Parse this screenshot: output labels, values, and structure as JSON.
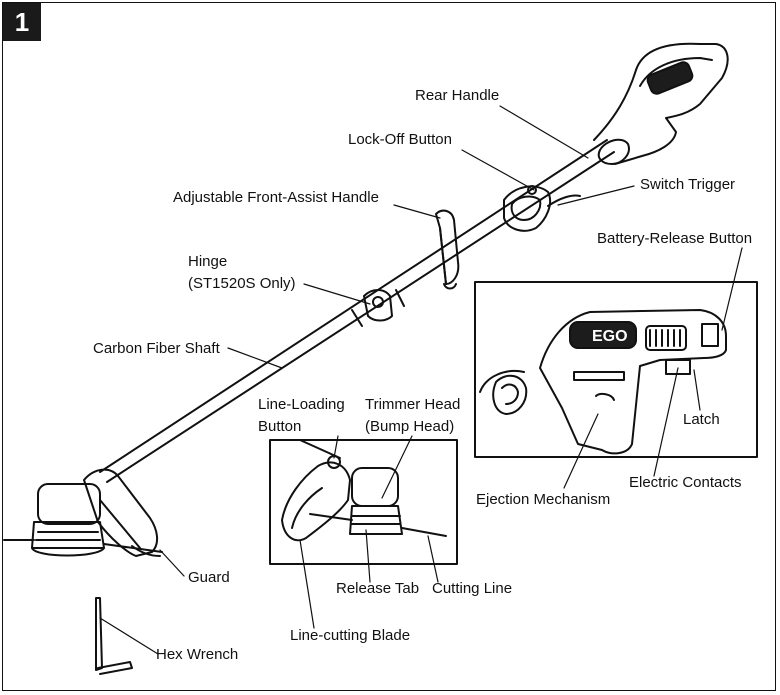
{
  "figure": {
    "number": "1",
    "brand_mark": "EGO"
  },
  "labels": {
    "rear_handle": "Rear Handle",
    "lock_off_button": "Lock-Off Button",
    "switch_trigger": "Switch Trigger",
    "front_assist_handle": "Adjustable Front-Assist Handle",
    "battery_release_button": "Battery-Release Button",
    "hinge_line1": "Hinge",
    "hinge_line2": "(ST1520S Only)",
    "carbon_fiber_shaft": "Carbon Fiber Shaft",
    "line_loading_line1": "Line-Loading",
    "line_loading_line2": "Button",
    "trimmer_head_line1": "Trimmer Head",
    "trimmer_head_line2": "(Bump Head)",
    "latch": "Latch",
    "electric_contacts": "Electric Contacts",
    "ejection_mechanism": "Ejection Mechanism",
    "guard": "Guard",
    "release_tab": "Release Tab",
    "cutting_line": "Cutting Line",
    "line_cutting_blade": "Line-cutting Blade",
    "hex_wrench": "Hex Wrench"
  }
}
